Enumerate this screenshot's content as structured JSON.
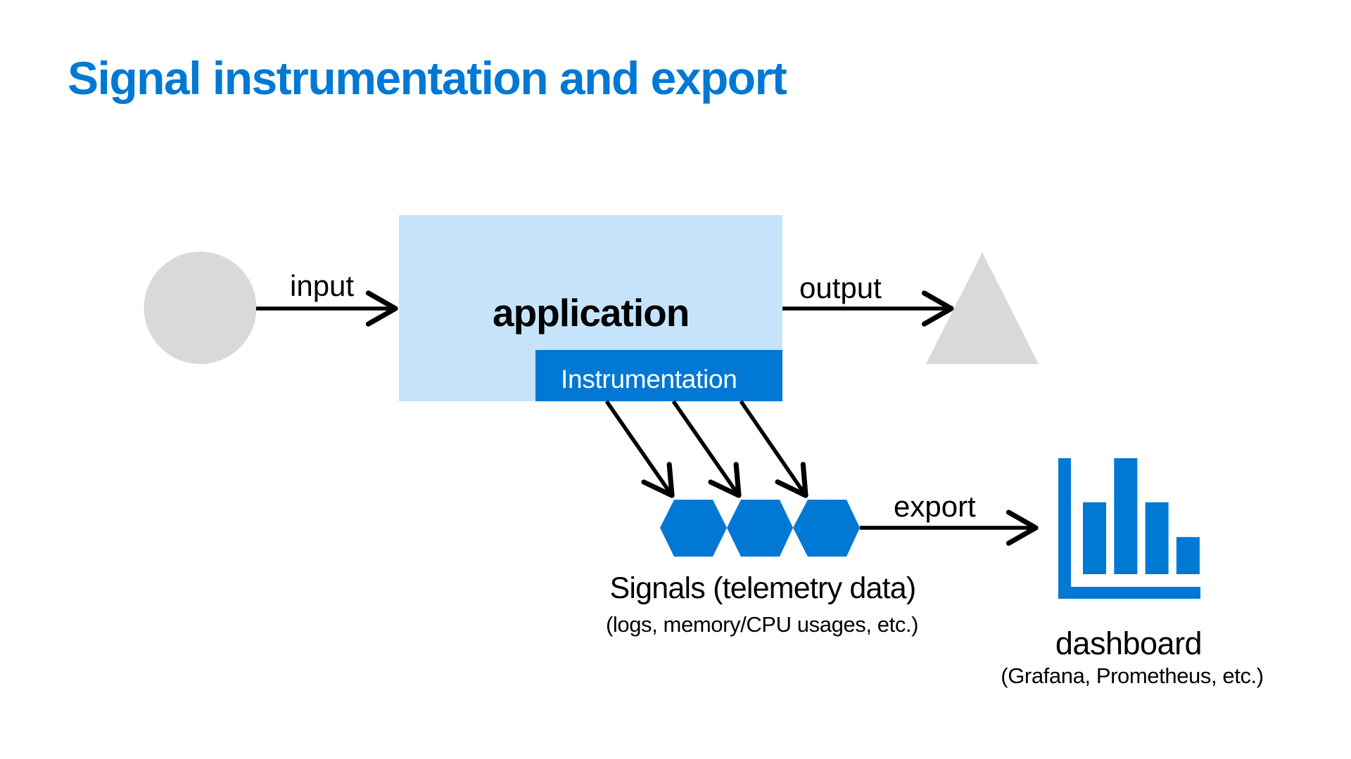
{
  "title": "Signal instrumentation and export",
  "colors": {
    "accent": "#0078D4",
    "app_box": "#C5E4FC",
    "instrumentation_bar": "#0078D4",
    "shape_gray": "#D9D9D9",
    "arrow": "#000000",
    "title": "#0078D4"
  },
  "nodes": {
    "source": {
      "shape": "circle"
    },
    "application": {
      "label": "application"
    },
    "instrumentation": {
      "label": "Instrumentation"
    },
    "destination": {
      "shape": "triangle"
    },
    "signals": {
      "shape": "hexagon",
      "count": 3,
      "label": "Signals (telemetry data)",
      "sublabel": "(logs, memory/CPU usages, etc.)"
    },
    "dashboard": {
      "label": "dashboard",
      "sublabel": "(Grafana, Prometheus, etc.)",
      "icon": "bar-chart-icon",
      "icon_bar_levels": [
        0.62,
        1.0,
        0.62,
        0.32
      ]
    }
  },
  "edges": [
    {
      "from": "source",
      "to": "application",
      "label": "input"
    },
    {
      "from": "application",
      "to": "destination",
      "label": "output"
    },
    {
      "from": "instrumentation",
      "to": "signals",
      "label": ""
    },
    {
      "from": "signals",
      "to": "dashboard",
      "label": "export"
    }
  ]
}
